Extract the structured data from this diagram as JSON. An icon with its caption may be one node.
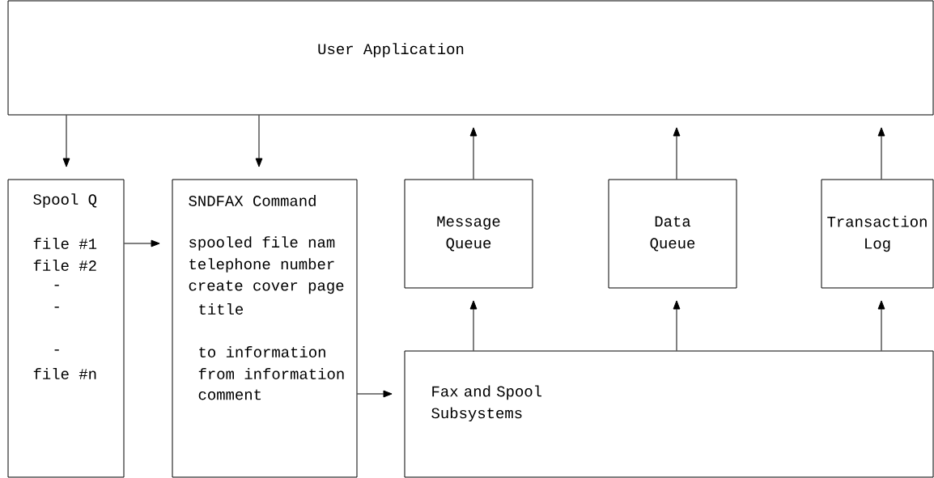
{
  "diagram": {
    "nodes": [
      {
        "text": [
          "User Application"
        ]
      },
      {
        "text": [
          "Spool Q",
          "file #1",
          "file #2",
          "-",
          "-",
          "-",
          "file #n"
        ]
      },
      {
        "text": [
          "SNDFAX Command",
          "spooled file nam",
          "telephone number",
          "create cover page",
          "title",
          "to information",
          "from information",
          "comment"
        ]
      },
      {
        "text": [
          "Message Queue"
        ]
      },
      {
        "text": [
          "Data Queue"
        ]
      },
      {
        "text": [
          "Transaction Log"
        ]
      },
      {
        "text": [
          "Fax and Spool Subsystems"
        ]
      }
    ],
    "edges": [
      {
        "from": 0,
        "to": 1,
        "arrow": "to"
      },
      {
        "from": 0,
        "to": 2,
        "arrow": "to"
      },
      {
        "from": 1,
        "to": 2,
        "arrow": "to"
      },
      {
        "from": 2,
        "to": 6,
        "arrow": "to"
      },
      {
        "from": 6,
        "to": 3,
        "arrow": "to"
      },
      {
        "from": 6,
        "to": 4,
        "arrow": "to"
      },
      {
        "from": 6,
        "to": 5,
        "arrow": "to"
      },
      {
        "from": 3,
        "to": 0,
        "arrow": "to"
      },
      {
        "from": 4,
        "to": 0,
        "arrow": "to"
      },
      {
        "from": 5,
        "to": 0,
        "arrow": "to"
      }
    ]
  }
}
